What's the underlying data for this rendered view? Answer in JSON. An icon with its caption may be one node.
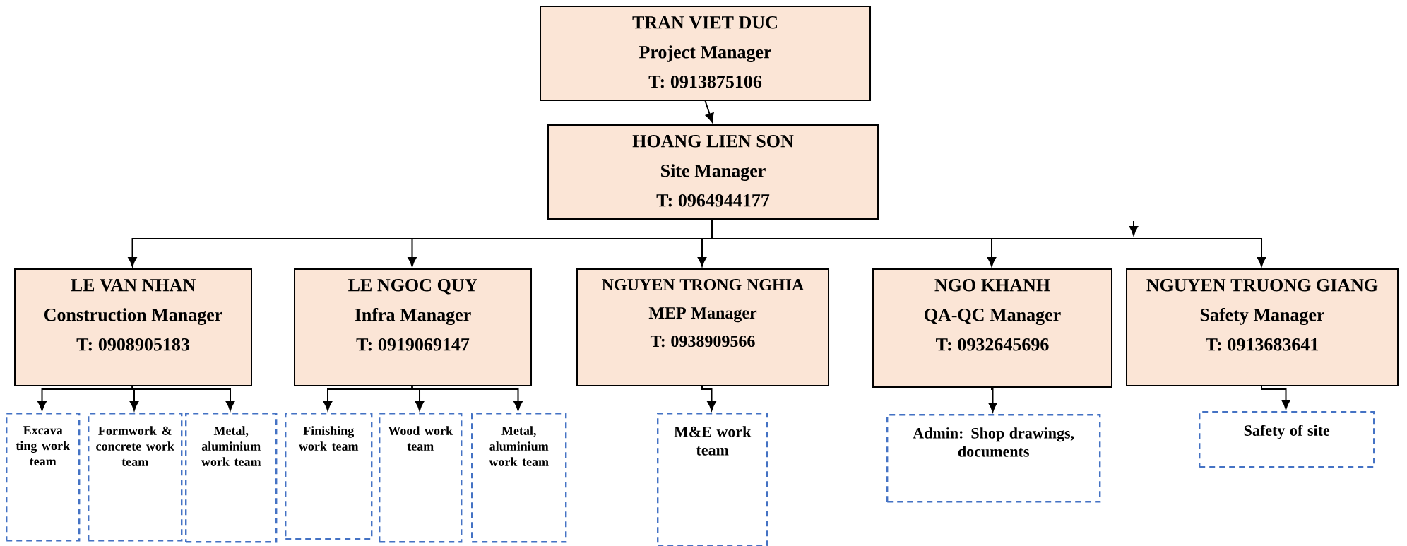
{
  "diagram": {
    "nodes": [
      {
        "text": [
          "TRAN VIET DUC",
          "Project Manager",
          "T: 0913875106"
        ]
      },
      {
        "text": [
          "HOANG LIEN SON",
          "Site Manager",
          "T: 0964944177"
        ]
      },
      {
        "text": [
          "LE VAN NHAN",
          "Construction Manager",
          "T: 0908905183"
        ]
      },
      {
        "text": [
          "LE NGOC QUY",
          "Infra Manager",
          "T: 0919069147"
        ]
      },
      {
        "text": [
          "NGUYEN TRONG NGHIA",
          "MEP Manager",
          "T: 0938909566"
        ]
      },
      {
        "text": [
          "NGO KHANH",
          "QA-QC Manager",
          "T: 0932645696"
        ]
      },
      {
        "text": [
          "NGUYEN TRUONG GIANG",
          "Safety Manager",
          "T: 0913683641"
        ]
      },
      {
        "text": [
          "Excava ting work team"
        ]
      },
      {
        "text": [
          "Formwork & concrete work team"
        ]
      },
      {
        "text": [
          "Metal, aluminium work team"
        ]
      },
      {
        "text": [
          "Finishing work team"
        ]
      },
      {
        "text": [
          "Wood work team"
        ]
      },
      {
        "text": [
          "Metal, aluminium work team"
        ]
      },
      {
        "text": [
          "M&E work team"
        ]
      },
      {
        "text": [
          "Admin: Shop drawings, documents"
        ]
      },
      {
        "text": [
          "Safety of site"
        ]
      }
    ],
    "edges": [
      {
        "from": 0,
        "to": 1,
        "arrow": "to"
      },
      {
        "from": 1,
        "to": 2,
        "arrow": "to"
      },
      {
        "from": 1,
        "to": 3,
        "arrow": "to"
      },
      {
        "from": 1,
        "to": 4,
        "arrow": "to"
      },
      {
        "from": 1,
        "to": 5,
        "arrow": "to"
      },
      {
        "from": 1,
        "to": 6,
        "arrow": "to"
      },
      {
        "from": 2,
        "to": 7,
        "arrow": "to"
      },
      {
        "from": 2,
        "to": 8,
        "arrow": "to"
      },
      {
        "from": 2,
        "to": 9,
        "arrow": "to"
      },
      {
        "from": 3,
        "to": 10,
        "arrow": "to"
      },
      {
        "from": 3,
        "to": 11,
        "arrow": "to"
      },
      {
        "from": 3,
        "to": 12,
        "arrow": "to"
      },
      {
        "from": 4,
        "to": 13,
        "arrow": "to"
      },
      {
        "from": 5,
        "to": 14,
        "arrow": "to"
      },
      {
        "from": 6,
        "to": 15,
        "arrow": "to"
      }
    ]
  }
}
